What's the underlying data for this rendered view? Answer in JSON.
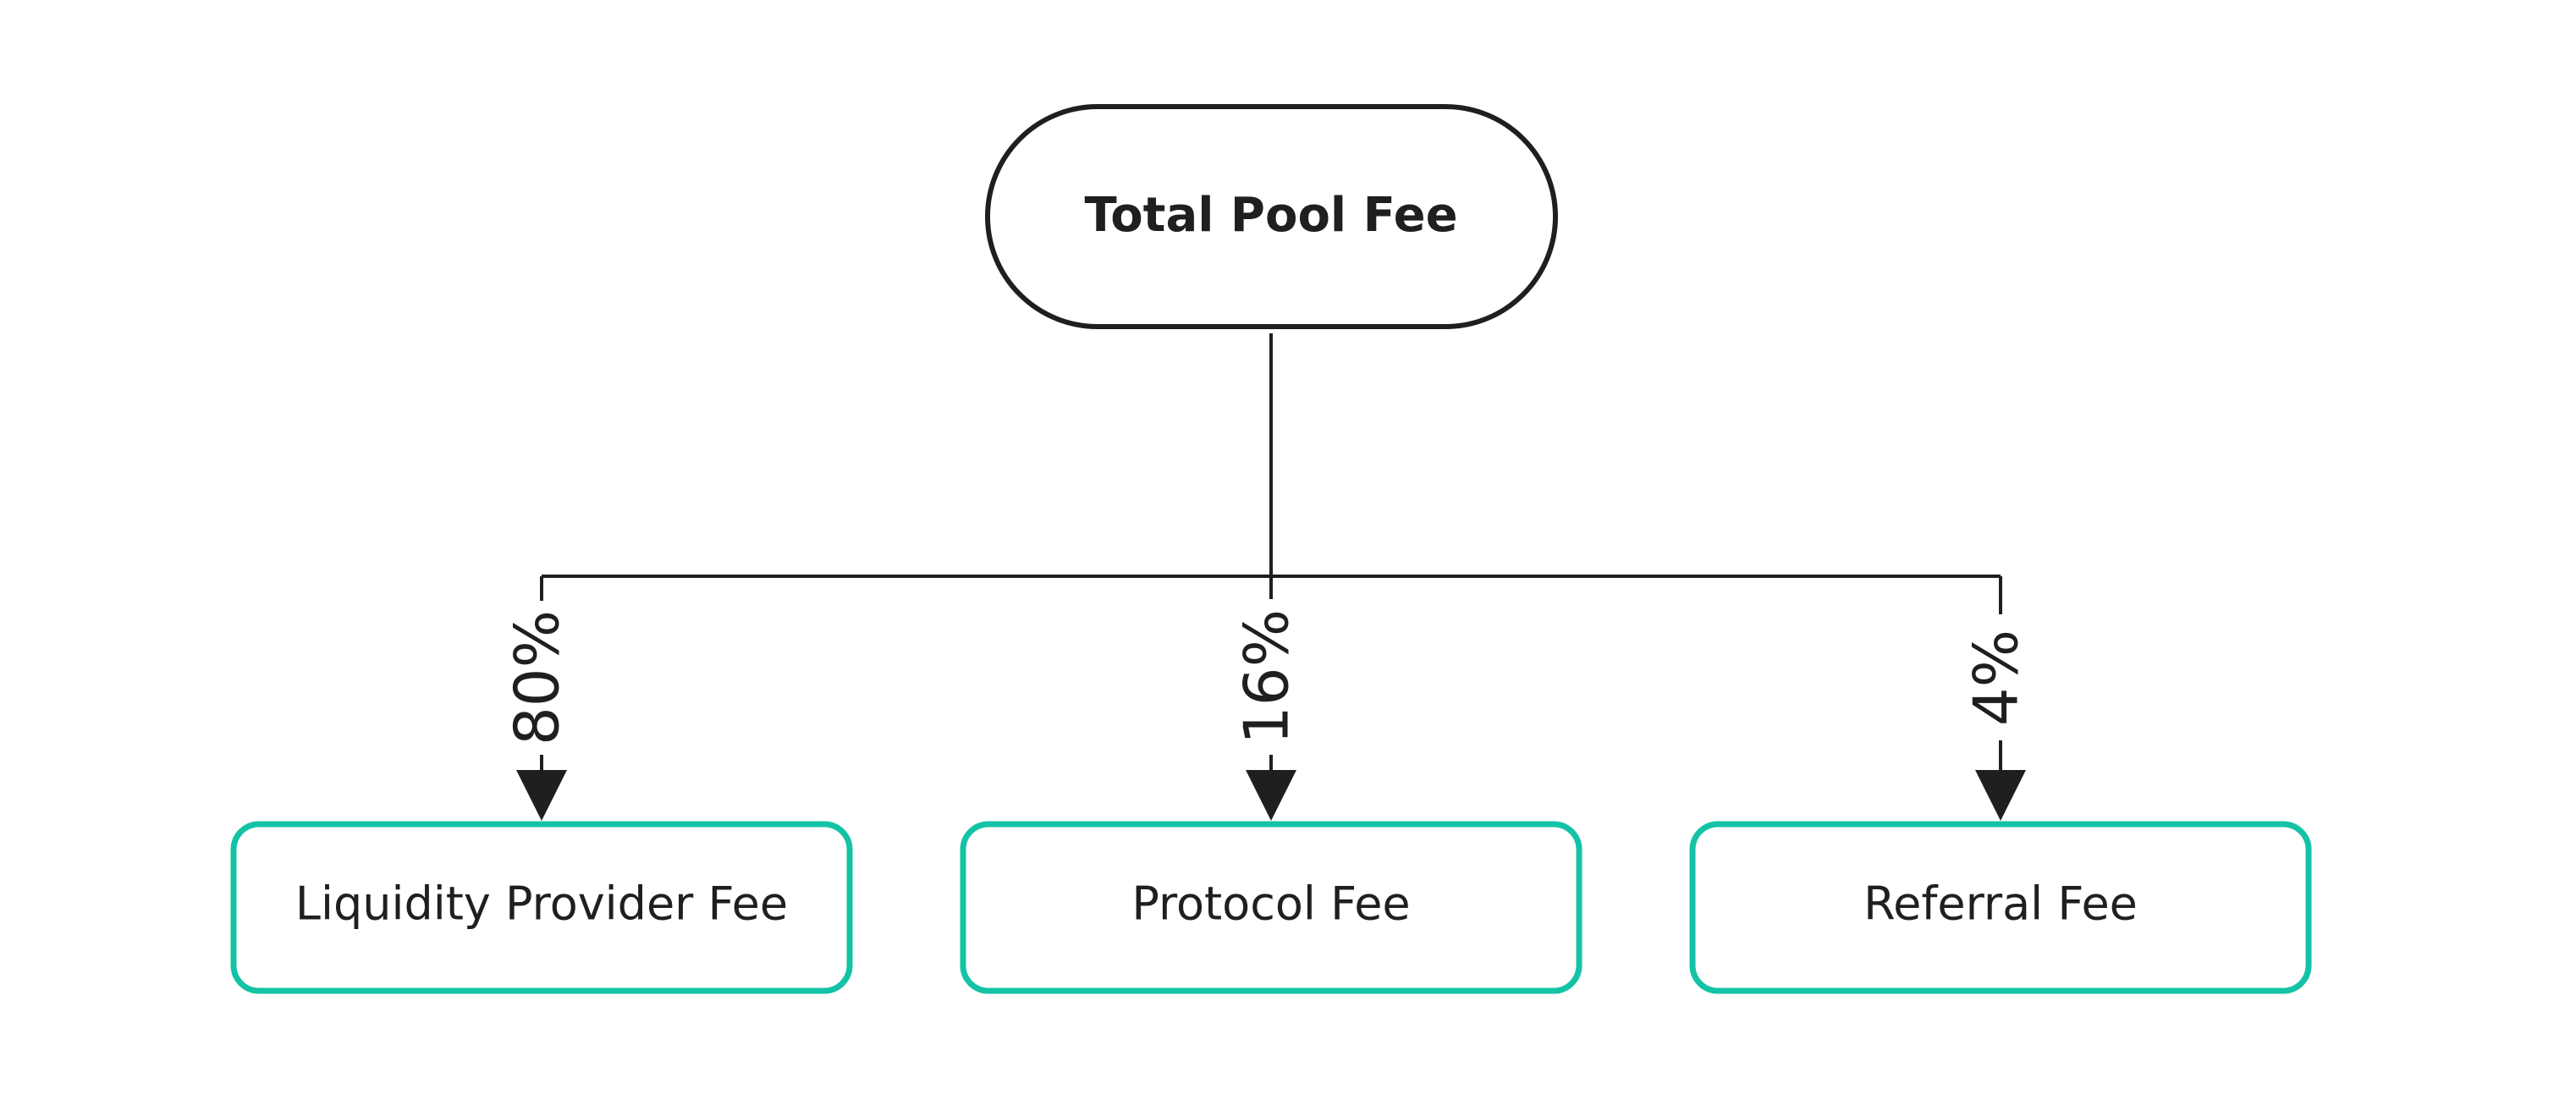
{
  "diagram": {
    "colors": {
      "stroke": "#1f1f1f",
      "accent": "#14c3a6",
      "background": "#ffffff"
    },
    "root": {
      "label": "Total Pool Fee"
    },
    "branches": [
      {
        "label": "Liquidity Provider Fee",
        "percent": "80%",
        "share": 80
      },
      {
        "label": "Protocol Fee",
        "percent": "16%",
        "share": 16
      },
      {
        "label": "Referral Fee",
        "percent": "4%",
        "share": 4
      }
    ]
  }
}
